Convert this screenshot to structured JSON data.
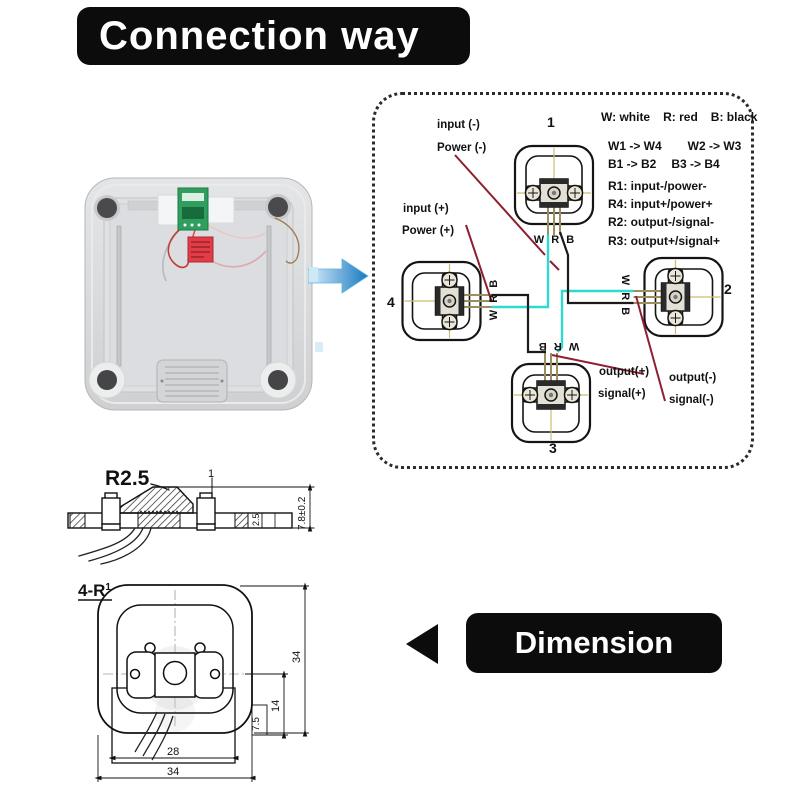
{
  "banners": {
    "connection": "Connection way",
    "dimension": "Dimension"
  },
  "wiring": {
    "legend": {
      "w": "W: white",
      "r": "R: red",
      "b": "B: black"
    },
    "mappings": {
      "w14": "W1 -> W4",
      "w23": "W2 -> W3",
      "b12": "B1 -> B2",
      "b34": "B3 -> B4",
      "r1": "R1: input-/power-",
      "r4": "R4: input+/power+",
      "r2": "R2: output-/signal-",
      "r3": "R3: output+/signal+"
    },
    "labels": {
      "input_minus": "input (-)",
      "power_minus": "Power (-)",
      "input_plus": "input (+)",
      "power_plus": "Power (+)",
      "output_plus": "output(+)",
      "signal_plus": "signal(+)",
      "output_minus": "output(-)",
      "signal_minus": "signal(-)"
    },
    "cells": {
      "c1": "1",
      "c2": "2",
      "c3": "3",
      "c4": "4"
    },
    "wrb": "W R B",
    "colors": {
      "white_wire": "#2fd8d0",
      "black_wire": "#1a1a1a",
      "red_leader": "#8d1f30"
    }
  },
  "drawings": {
    "side": {
      "radius_label": "R2.5",
      "leader_label": "1",
      "dim_thickness": "2.5",
      "dim_height": "7.8±0.2"
    },
    "plan": {
      "corner_label": "4-R",
      "corner_sup": "1",
      "dim_side": "34",
      "dim_center": "14",
      "dim_tab": "7.5",
      "dim_inner_width": "28",
      "dim_width": "34"
    }
  },
  "colors": {
    "banner_bg": "#0c0c0c",
    "arrow_blue": "#1879c0"
  }
}
